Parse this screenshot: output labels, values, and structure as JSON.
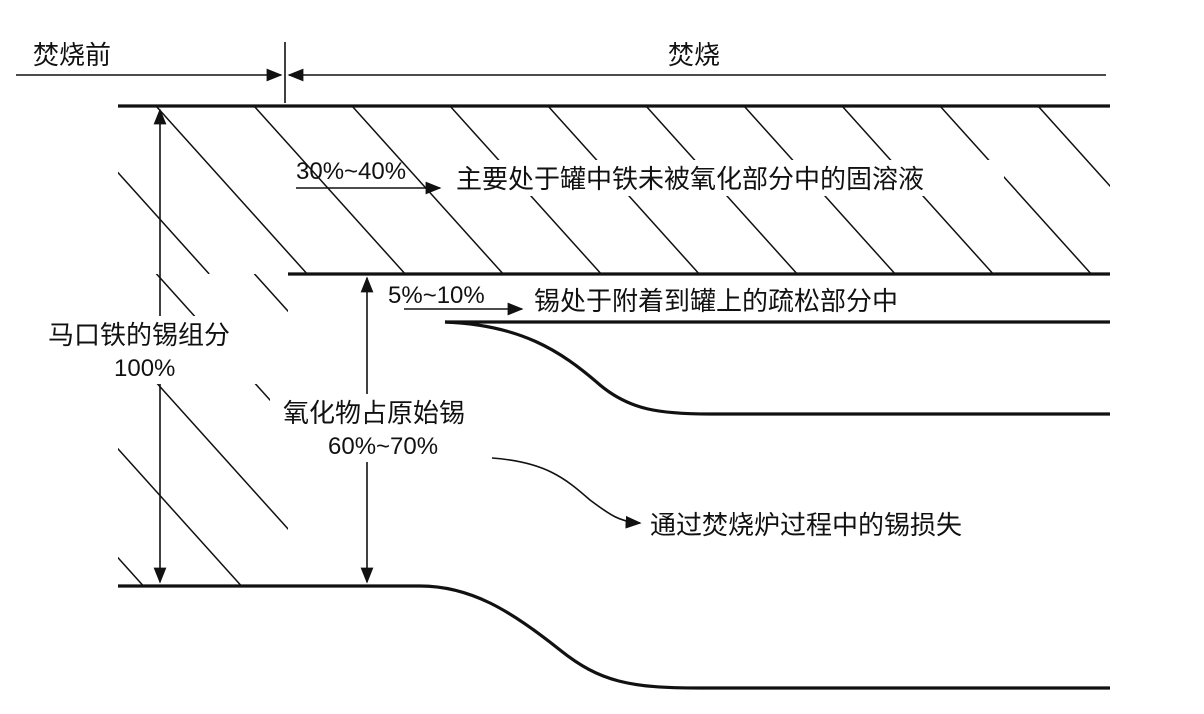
{
  "header": {
    "before_label": "焚烧前",
    "during_label": "焚烧"
  },
  "total": {
    "label_line1": "马口铁的锡组分",
    "label_line2": "100%"
  },
  "oxide": {
    "label_line1": "氧化物占原始锡",
    "label_line2": "60%~70%"
  },
  "solid_solution": {
    "percent": "30%~40%",
    "description": "主要处于罐中铁未被氧化部分中的固溶液"
  },
  "loose_part": {
    "percent": "5%~10%",
    "description": "锡处于附着到罐上的疏松部分中"
  },
  "loss": {
    "description": "通过焚烧炉过程中的锡损失"
  }
}
